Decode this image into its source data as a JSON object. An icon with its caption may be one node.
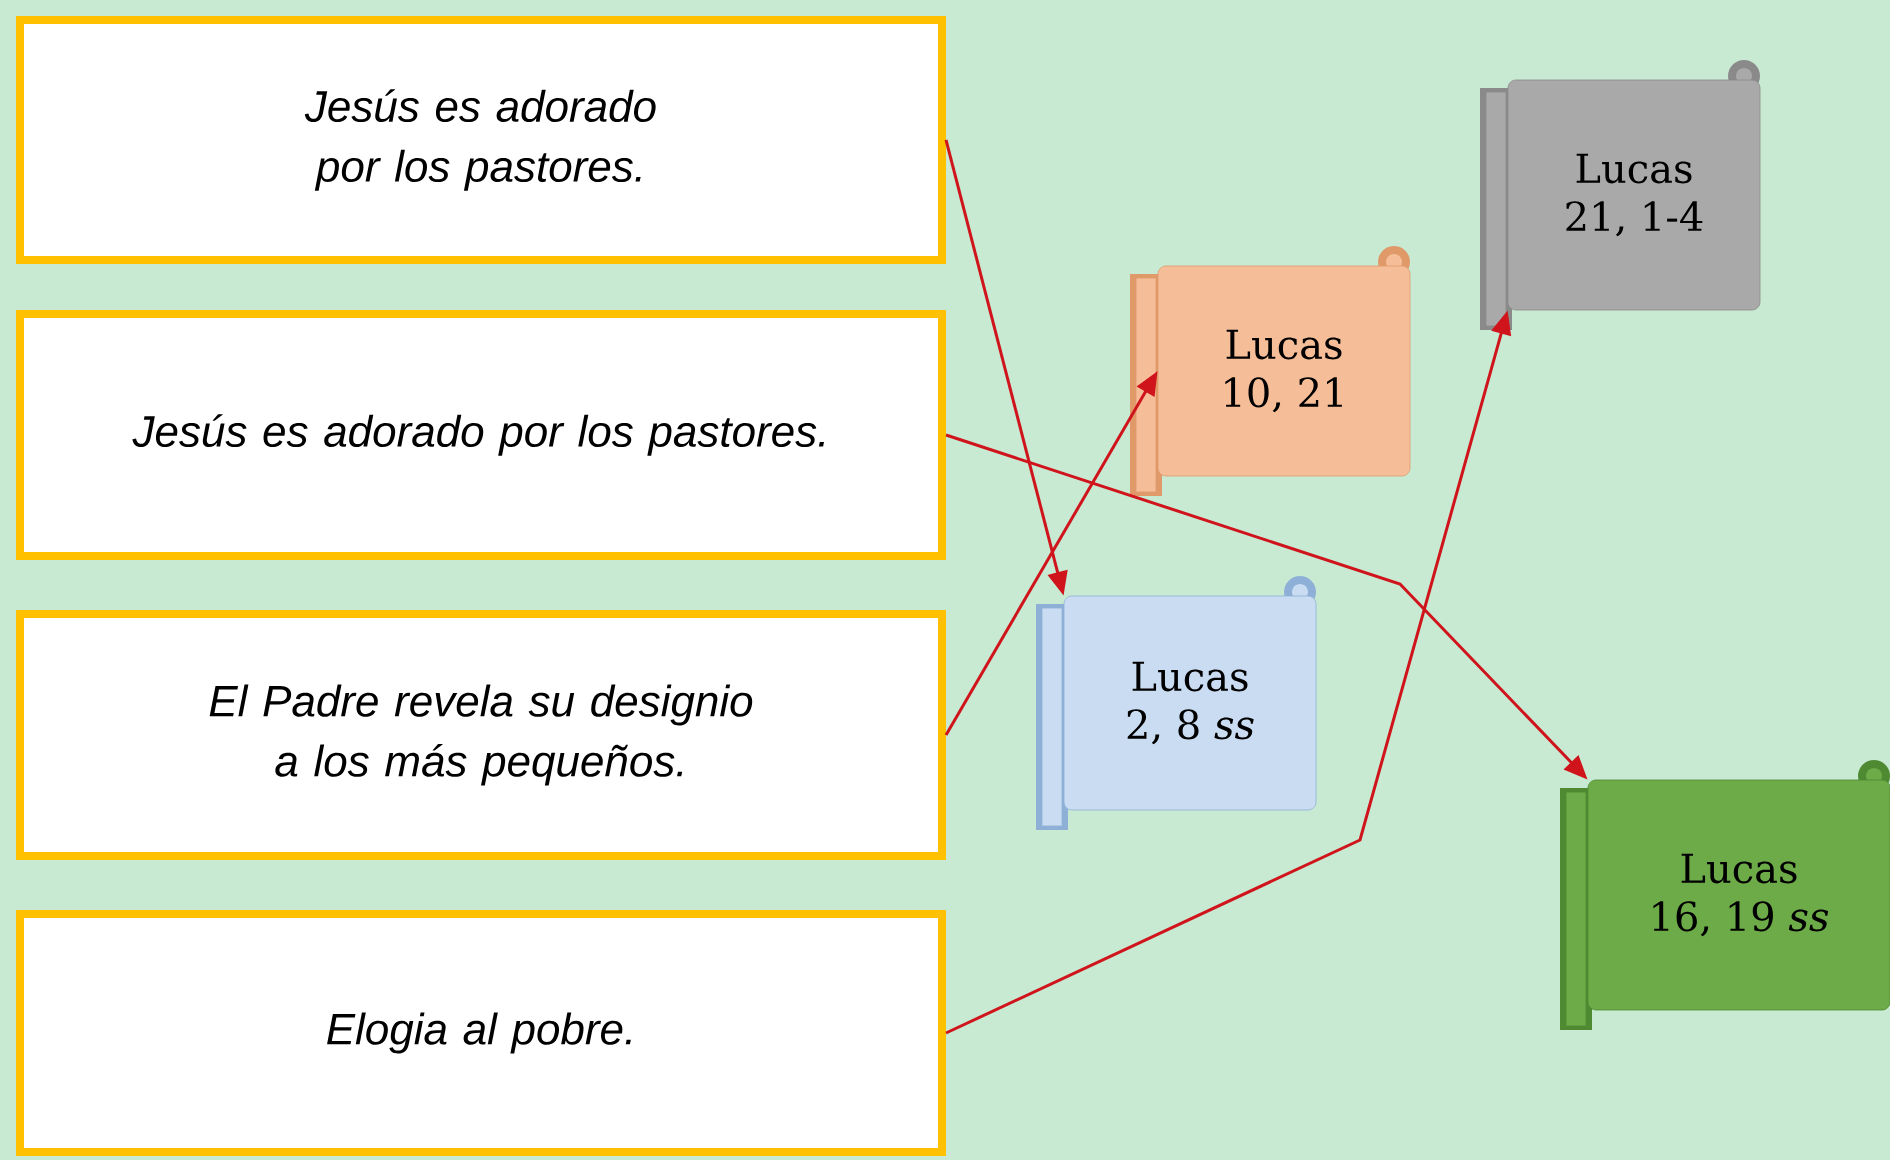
{
  "diagram": {
    "nodes": [
      {
        "text": [
          "Jesús es adorado por los pastores."
        ]
      },
      {
        "text": [
          "Jesús es adorado por los pastores."
        ]
      },
      {
        "text": [
          "El Padre revela su designio a los más pequeños."
        ]
      },
      {
        "text": [
          "Elogia al pobre."
        ]
      },
      {
        "text": [
          "Lucas",
          "10, 21"
        ]
      },
      {
        "text": [
          "Lucas",
          "21, 1-4"
        ]
      },
      {
        "text": [
          "Lucas",
          "2, 8 *ss*"
        ]
      },
      {
        "text": [
          "Lucas",
          "16, 19 *ss*"
        ]
      }
    ],
    "edges": [
      {
        "from": 0,
        "to": 6,
        "arrow": "to"
      },
      {
        "from": 1,
        "to": 7,
        "arrow": "to"
      },
      {
        "from": 2,
        "to": 4,
        "arrow": "to"
      },
      {
        "from": 3,
        "to": 5,
        "arrow": "to"
      }
    ]
  }
}
